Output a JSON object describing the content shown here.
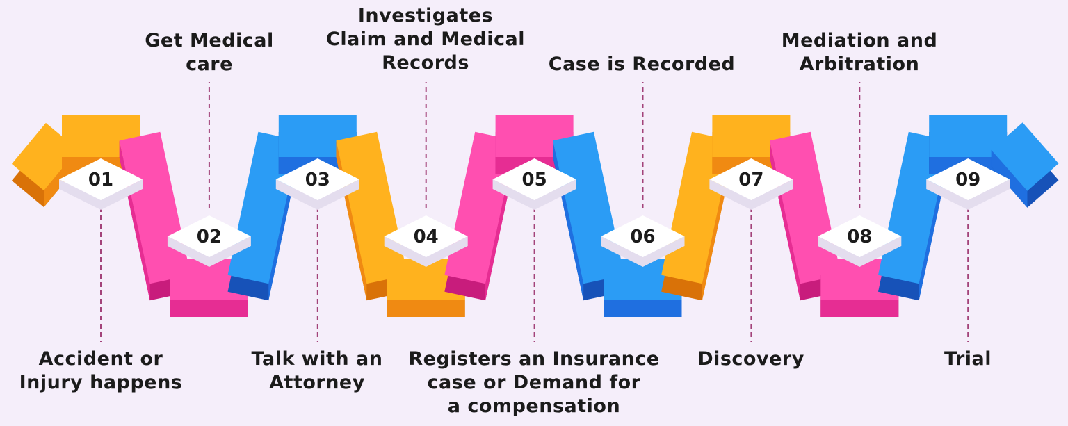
{
  "steps": [
    {
      "number": "01",
      "label": "Accident or\nInjury happens",
      "color": "orange"
    },
    {
      "number": "02",
      "label": "Get Medical\ncare",
      "color": "pink"
    },
    {
      "number": "03",
      "label": "Talk with an\nAttorney",
      "color": "blue"
    },
    {
      "number": "04",
      "label": "Investigates\nClaim and Medical\nRecords",
      "color": "orange"
    },
    {
      "number": "05",
      "label": "Registers an Insurance\ncase or Demand for\na compensation",
      "color": "pink"
    },
    {
      "number": "06",
      "label": "Case is Recorded",
      "color": "blue"
    },
    {
      "number": "07",
      "label": "Discovery",
      "color": "orange"
    },
    {
      "number": "08",
      "label": "Mediation and\nArbitration",
      "color": "pink"
    },
    {
      "number": "09",
      "label": "Trial",
      "color": "blue"
    }
  ],
  "colors": {
    "orange": {
      "top": "#ffb21e",
      "side": "#f08a12",
      "dark": "#d97208"
    },
    "pink": {
      "top": "#ff4fb0",
      "side": "#e62d93",
      "dark": "#c81c7c"
    },
    "blue": {
      "top": "#2b9cf5",
      "side": "#1f6fe0",
      "dark": "#1752b8"
    },
    "platform": "#ffffff",
    "platform_side": "#e4ddee",
    "connector": "#a3437a",
    "text": "#1b1b1b",
    "background": "#f5eefa"
  }
}
